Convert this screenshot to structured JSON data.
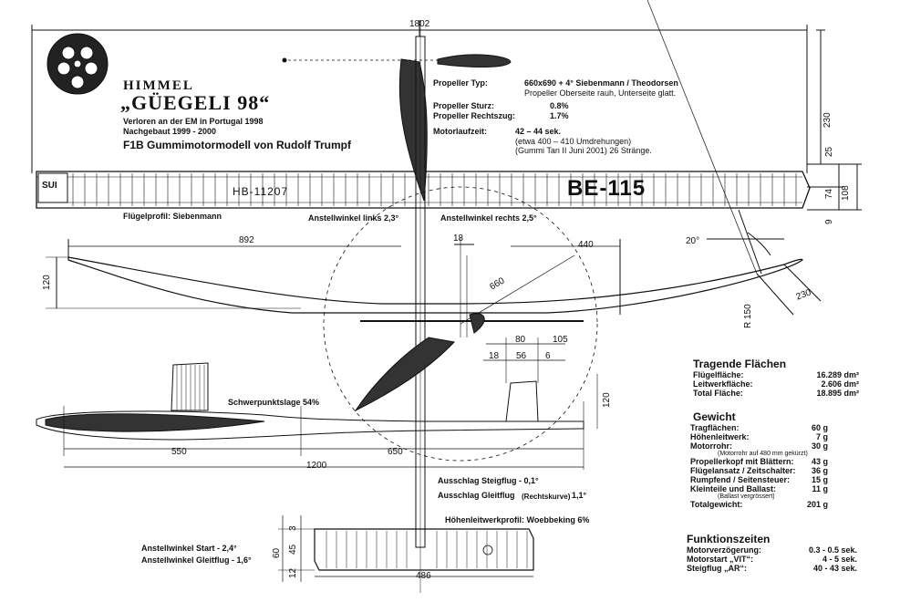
{
  "header": {
    "brand": "HIMMEL",
    "model_name": "„GÜEGELI 98“",
    "lost_note": "Verloren an der EM in Portugal 1998",
    "rebuilt_note": "Nachgebaut 1999 - 2000",
    "model_class": "F1B Gummimotormodell von Rudolf Trumpf"
  },
  "propeller_info": {
    "type_label": "Propeller Typ:",
    "type_value": "660x690 + 4° Siebenmann / Theodorsen",
    "type_value_2": "Propeller Oberseite rauh, Unterseite glatt.",
    "sturz_label": "Propeller Sturz:",
    "sturz_value": "0.8%",
    "rechtszug_label": "Propeller Rechtszug:",
    "rechtszug_value": "1.7%",
    "motor_label": "Motorlaufzeit:",
    "motor_value": "42 – 44 sek.",
    "motor_note_1": "(etwa 400 – 410 Umdrehungen)",
    "motor_note_2": "(Gummi Tan II Juni 2001) 26 Stränge."
  },
  "wing": {
    "profile": "Flügelprofil: Siebenmann",
    "registration_left": "HB-11207",
    "registration_right": "BE-115",
    "flag_text": "SUI",
    "angle_left": "Anstellwinkel links 2,3°",
    "angle_right": "Anstellwinkel rechts 2,5°"
  },
  "dimensions": {
    "span": "1802",
    "d230_top": "230",
    "d25": "25",
    "d74": "74",
    "d108": "108",
    "d9": "9",
    "d892": "892",
    "d120_front": "120",
    "d18_top": "18",
    "d440": "440",
    "d20deg": "20°",
    "d660": "660",
    "d230_tip": "230",
    "r150": "R 150",
    "d80": "80",
    "d105": "105",
    "d18": "18",
    "d56": "56",
    "d6": "6",
    "d120_fin": "120",
    "d550": "550",
    "d650": "650",
    "d1200": "1200",
    "d3": "3",
    "d45": "45",
    "d60": "60",
    "d12": "12",
    "d486": "486"
  },
  "side_view": {
    "cg": "Schwerpunktslage 54%",
    "climb": "Ausschlag Steigflug - 0,1°",
    "glide": "Ausschlag Gleitflug",
    "glide_note": "(Rechtskurve)",
    "glide_value": "1,1°",
    "stab_profile": "Höhenleitwerkprofil: Woebbeking 6%",
    "stab_angle_start": "Anstellwinkel Start - 2,4°",
    "stab_angle_glide": "Anstellwinkel Gleitflug - 1,6°"
  },
  "tables": {
    "areas_title": "Tragende Flächen",
    "areas": [
      {
        "label": "Flügelfläche:",
        "value": "16.289 dm²"
      },
      {
        "label": "Leitwerkfläche:",
        "value": "2.606 dm²"
      },
      {
        "label": "Total Fläche:",
        "value": "18.895 dm²"
      }
    ],
    "weight_title": "Gewicht",
    "weights": [
      {
        "label": "Tragflächen:",
        "value": "60 g"
      },
      {
        "label": "Höhenleitwerk:",
        "value": "7 g"
      },
      {
        "label": "Motorrohr:",
        "value": "30 g"
      },
      {
        "label": "(Motorrohr auf 480 mm gekürzt)",
        "value": ""
      },
      {
        "label": "Propellerkopf mit Blättern:",
        "value": "43 g"
      },
      {
        "label": "Flügelansatz / Zeitschalter:",
        "value": "36 g"
      },
      {
        "label": "Rumpfend / Seitensteuer:",
        "value": "15 g"
      },
      {
        "label": "Kleinteile und Ballast:",
        "value": "11 g"
      },
      {
        "label": "(Ballast vergrössert)",
        "value": ""
      },
      {
        "label": "Totalgewicht:",
        "value": "201 g"
      }
    ],
    "functions_title": "Funktionszeiten",
    "functions": [
      {
        "label": "Motorverzögerung:",
        "value": "0.3 - 0.5 sek."
      },
      {
        "label": "Motorstart „VIT“:",
        "value": "4 - 5 sek."
      },
      {
        "label": "Steigflug „AR“:",
        "value": "40 - 43 sek."
      }
    ]
  }
}
